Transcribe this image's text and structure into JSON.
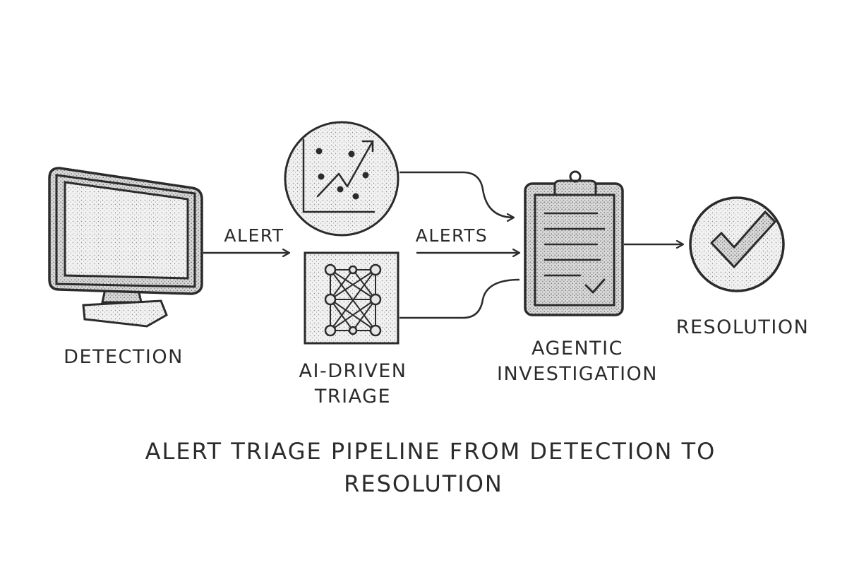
{
  "nodes": {
    "detection": {
      "label": "DETECTION",
      "icon": "monitor-icon"
    },
    "analytics": {
      "icon": "scatter-chart-icon"
    },
    "triage": {
      "label_line1": "AI-DRIVEN",
      "label_line2": "TRIAGE",
      "icon": "neural-network-icon"
    },
    "investigation": {
      "label_line1": "AGENTIC",
      "label_line2": "INVESTIGATION",
      "icon": "clipboard-icon"
    },
    "resolution": {
      "label": "RESOLUTION",
      "icon": "checkmark-icon"
    }
  },
  "edges": {
    "detection_to_triage": "ALERT",
    "triage_to_investigation": "ALERTS"
  },
  "caption": {
    "line1": "ALERT TRIAGE PIPELINE FROM DETECTION TO",
    "line2": "RESOLUTION"
  },
  "colors": {
    "ink": "#2b2b2b",
    "shading": "#bdbdbd",
    "background": "#ffffff"
  }
}
